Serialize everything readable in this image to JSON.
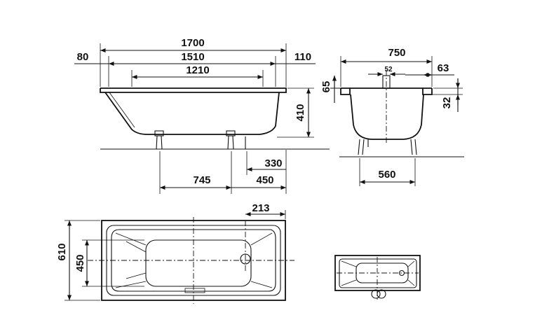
{
  "dimensions": {
    "length_total": "1700",
    "length_inner": "1510",
    "length_bottom": "1210",
    "rim_left": "80",
    "rim_right": "110",
    "height": "410",
    "feet_spacing": "745",
    "foot_offset_right": "450",
    "foot_height": "330",
    "width_total": "750",
    "drain_width": "52",
    "rim_overhang": "63",
    "rim_height": "65",
    "rim_lip": "32",
    "feet_width": "560",
    "plan_drain_offset": "213",
    "plan_width_total": "610",
    "plan_width_bottom": "450"
  },
  "views": [
    "side-elevation",
    "end-elevation",
    "plan-view",
    "plan-view-small"
  ]
}
